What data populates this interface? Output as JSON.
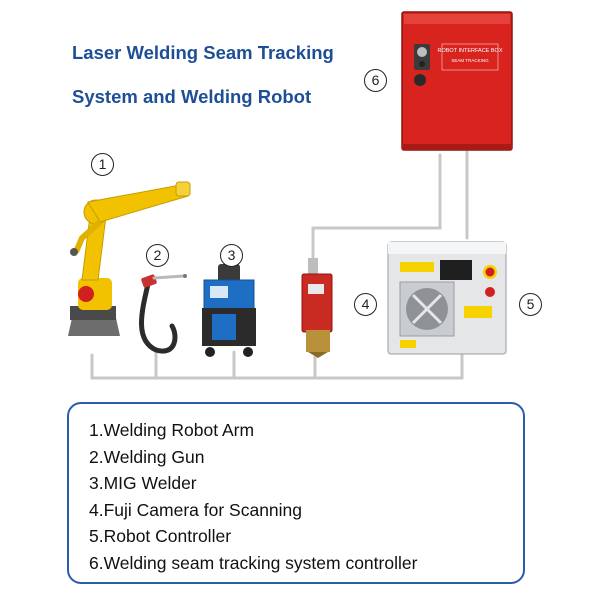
{
  "title": {
    "line1": "Laser Welding Seam Tracking",
    "line2": "System and Welding Robot"
  },
  "callouts": {
    "robot_arm": "1",
    "welding_gun": "2",
    "mig_welder": "3",
    "fuji_camera": "4",
    "robot_controller": "5",
    "tracking_controller": "6"
  },
  "device_labels": {
    "tracking_controller_plate": "ROBOT INTERFACE BOX",
    "tracking_controller_subplate": "SEAM TRACKING"
  },
  "legend": {
    "items": [
      "1.Welding Robot Arm",
      "2.Welding Gun",
      "3.MIG Welder",
      "4.Fuji Camera for Scanning",
      "5.Robot Controller",
      "6.Welding seam tracking system controller"
    ]
  },
  "colors": {
    "title": "#1e4f96",
    "legend_border": "#2d5bab",
    "wire": "#c8c8c8",
    "robot_yellow": "#f2c200",
    "controller_red": "#d8231f",
    "welder_blue": "#1e6fc4"
  }
}
